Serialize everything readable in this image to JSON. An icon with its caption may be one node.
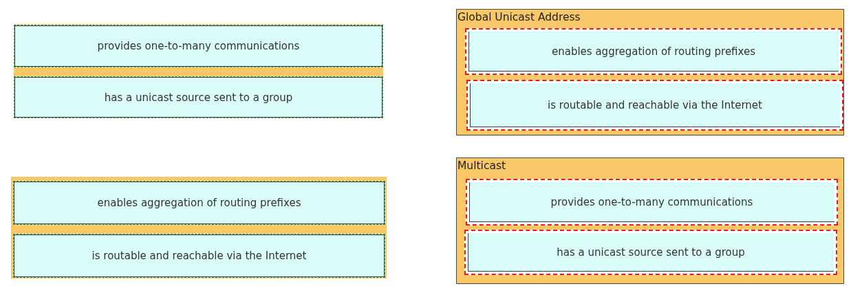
{
  "diagram": {
    "nodes": [
      {
        "text": [],
        "shape": "box"
      },
      {
        "text": [
          "provides one-to-many communications"
        ],
        "in": 0
      },
      {
        "text": [
          "has a unicast source sent to a group"
        ],
        "in": 0
      },
      {
        "text": [
          "Global Unicast Address"
        ]
      },
      {
        "text": [
          "enables aggregation of routing prefixes"
        ],
        "in": 3
      },
      {
        "text": [
          "is routable and reachable via the Internet"
        ],
        "in": 3
      },
      {
        "text": [],
        "shape": "box"
      },
      {
        "text": [
          "enables aggregation of routing prefixes"
        ],
        "in": 6
      },
      {
        "text": [
          "is routable and reachable via the Internet"
        ],
        "in": 6
      },
      {
        "text": [
          "Multicast"
        ]
      },
      {
        "text": [
          "provides one-to-many communications"
        ],
        "in": 9
      },
      {
        "text": [
          "has a unicast source sent to a group"
        ],
        "in": 9
      }
    ]
  }
}
